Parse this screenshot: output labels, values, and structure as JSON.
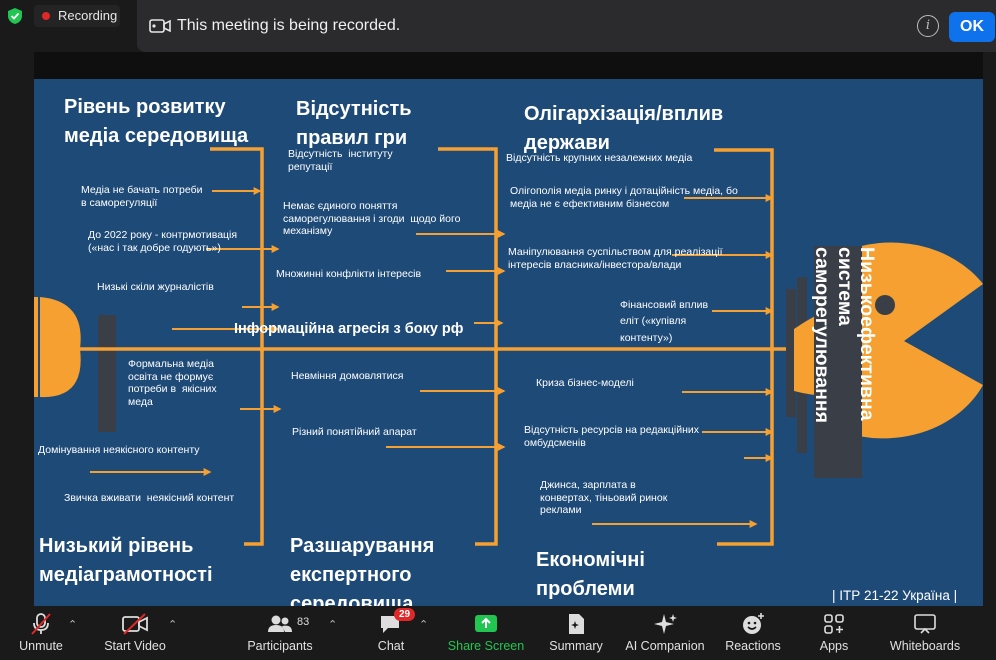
{
  "recording": {
    "label": "Recording"
  },
  "notice": {
    "message": "This meeting is being recorded.",
    "ok_label": "OK"
  },
  "slide": {
    "headings": {
      "h1": "Рівень розвитку\nмедіа середовища",
      "h2": "Відсутність\nправил гри",
      "h3": "Олігархізація/вплив\nдержави",
      "h4": "Низький рівень\nмедіаграмотності",
      "h5": "Разшарування\nекспертного\nсередовища",
      "h6": "Економічні\nпроблеми"
    },
    "head_label": "Низькоефективна\nсистема\nсаморегулювання",
    "spine_label": "Інформаційна агресія з боку рф",
    "causes": {
      "c1": "Медіа не бачать потреби\nв саморегуляції",
      "c2": "До 2022 року - контрмотивація\n(«нас і так добре годують»)",
      "c3": "Низькі скіли журналістів",
      "c4": "Відсутність  інституту\nрепутації",
      "c5": "Немає єдиного поняття\nсаморегулювання і згоди  щодо його\nмеханізму",
      "c6": "Множинні конфлікти інтересів",
      "c7": "Відсутність крупних незалежних медіа",
      "c8": "Олігополія медіа ринку і дотаційність медіа, бо\nмедіа не є ефективним бізнесом",
      "c9": "Маніпулювання суспільством для реалізації\nінтересів власника/інвестора/влади",
      "c10": "Фінансовий вплив\nеліт («купівля\nконтенту»)",
      "c11": "Формальна медіа\nосвіта не формує\nпотреби в  якісних\nмеда",
      "c12": "Домінування неякісного контенту",
      "c13": "Звичка вживати  неякісний контент",
      "c14": "Невміння домовлятися",
      "c15": "Різний понятійний апарат",
      "c16": "Криза бізнес-моделі",
      "c17": "Відсутність ресурсів на редакційних\nомбудсменів",
      "c18": "Джинса, зарплата в\nконвертах, тіньовий ринок\nреклами"
    },
    "footer": "| ІТР 21-22 Україна |",
    "colors": {
      "background": "#1e4a78",
      "accent": "#f5a030"
    }
  },
  "toolbar": {
    "unmute": "Unmute",
    "start_video": "Start Video",
    "participants": "Participants",
    "participants_count": "83",
    "chat": "Chat",
    "chat_badge": "29",
    "share_screen": "Share Screen",
    "summary": "Summary",
    "ai_companion": "AI Companion",
    "reactions": "Reactions",
    "apps": "Apps",
    "whiteboards": "Whiteboards"
  }
}
